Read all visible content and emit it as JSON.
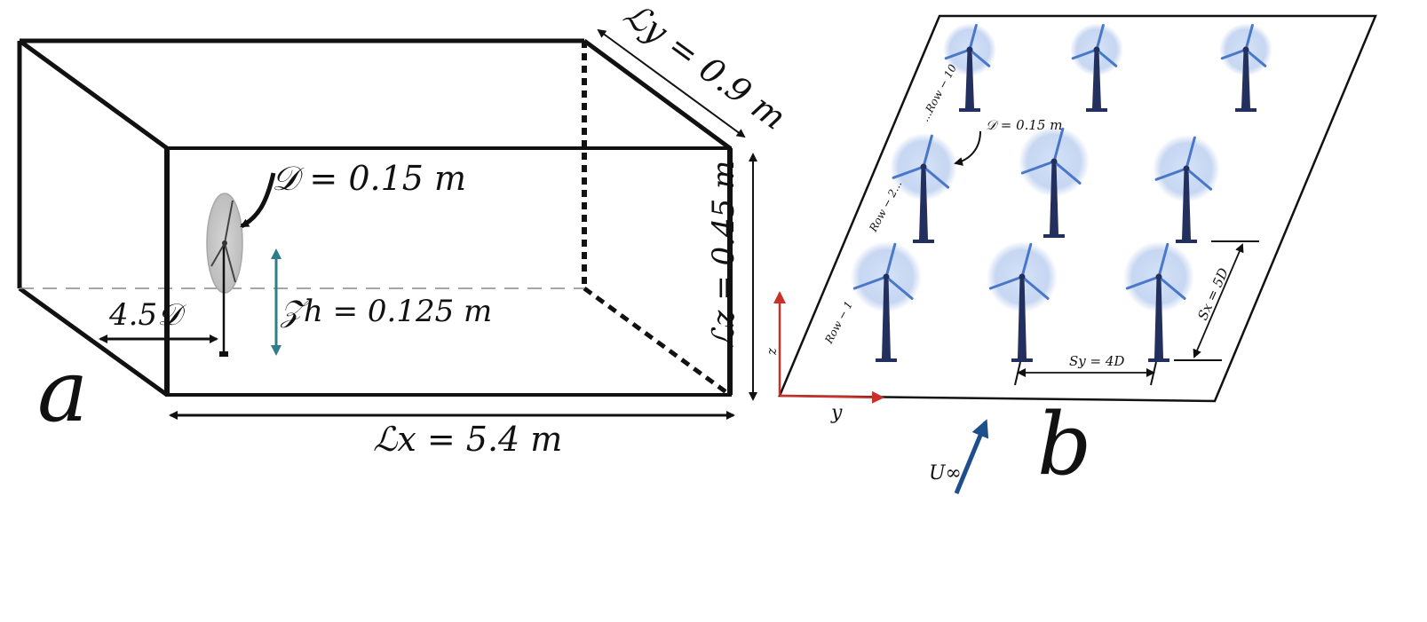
{
  "panel_a": {
    "letter": "a",
    "rotor_diameter_label": "𝒟 = 0.15 m",
    "hub_height_label": "𝒵h = 0.125 m",
    "upstream_distance_label": "4.5𝒟",
    "length_x_label": "ℒx = 5.4 m",
    "length_y_label": "ℒy = 0.9 m",
    "length_z_label": "ℒz = 0.45 m"
  },
  "panel_b": {
    "letter": "b",
    "diameter_label": "𝒟 = 0.15 m",
    "row_labels": [
      "Row − 1",
      "Row − 2...",
      "...Row − 10"
    ],
    "spacing_y_label": "Sy = 4D",
    "spacing_x_label": "Sx = 5D",
    "axis_z": "z",
    "axis_y": "y",
    "inflow_label": "U∞",
    "colors": {
      "axis_red": "#c8302a",
      "inflow_blue": "#1d4f8c",
      "turbine_dark": "#23305e",
      "rotor_glow": "#b9cdef",
      "hub_height_arrow": "#2f7d8c"
    }
  }
}
